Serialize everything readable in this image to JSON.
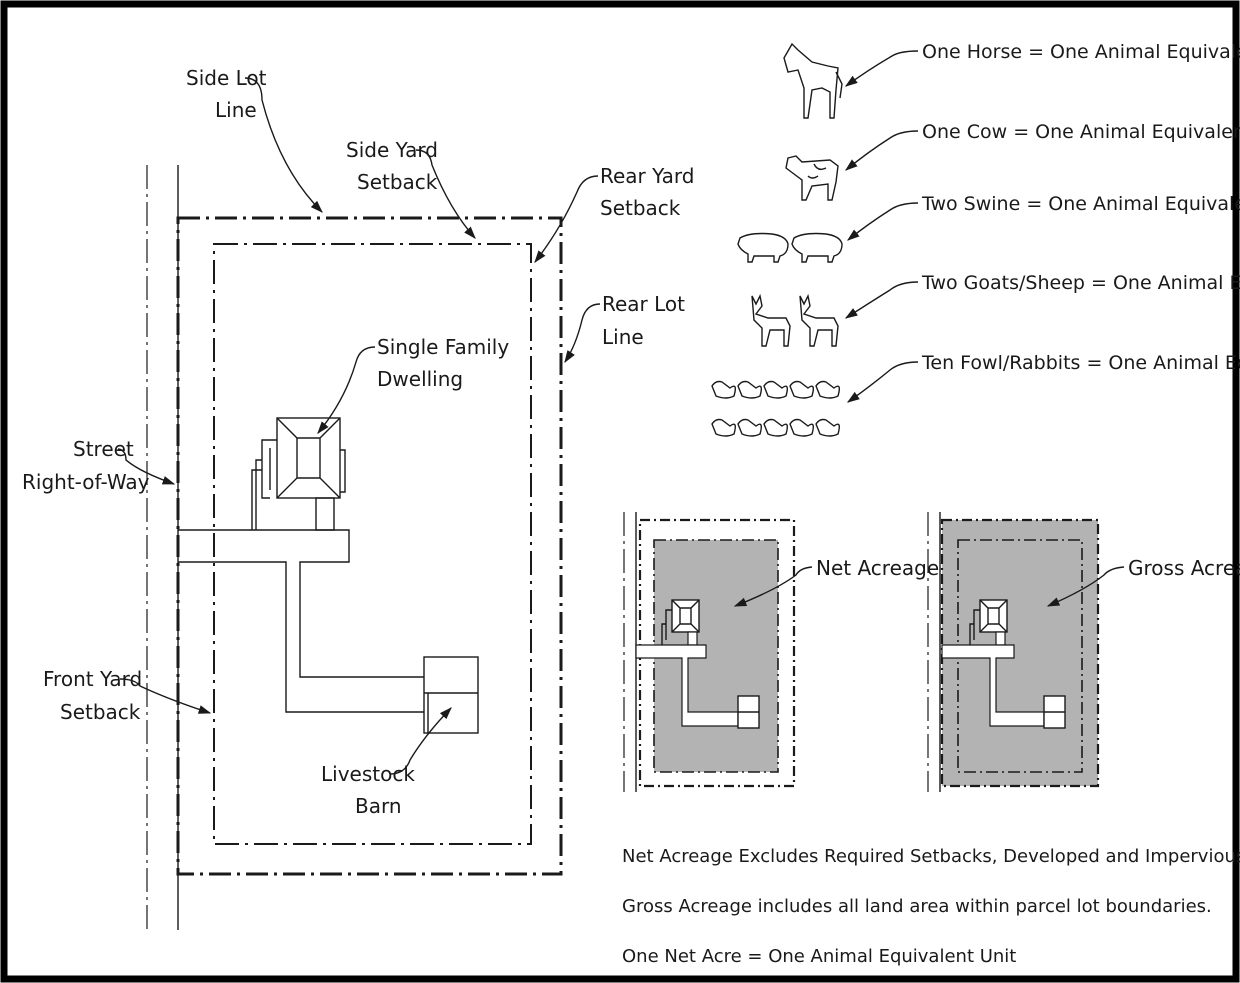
{
  "labels": {
    "side_lot_line_1": "Side Lot",
    "side_lot_line_2": "Line",
    "side_yard_setback_1": "Side Yard",
    "side_yard_setback_2": "Setback",
    "rear_yard_setback_1": "Rear Yard",
    "rear_yard_setback_2": "Setback",
    "rear_lot_line_1": "Rear Lot",
    "rear_lot_line_2": "Line",
    "single_family_1": "Single Family",
    "single_family_2": "Dwelling",
    "street_row_1": "Street",
    "street_row_2": "Right-of-Way",
    "front_yard_setback_1": "Front Yard",
    "front_yard_setback_2": "Setback",
    "livestock_barn_1": "Livestock",
    "livestock_barn_2": "Barn",
    "net_acreage": "Net Acreage",
    "gross_acreage": "Gross Acreage"
  },
  "animal_equivalents": [
    {
      "icon": "horse-icon",
      "count": 1,
      "text": "One Horse = One Animal Equivalent"
    },
    {
      "icon": "cow-icon",
      "count": 1,
      "text": "One Cow = One Animal Equivalent"
    },
    {
      "icon": "swine-icon",
      "count": 2,
      "text": "Two Swine = One Animal Equivalent"
    },
    {
      "icon": "goat-icon",
      "count": 2,
      "text": "Two Goats/Sheep = One Animal Equivalent"
    },
    {
      "icon": "fowl-icon",
      "count": 10,
      "text": "Ten Fowl/Rabbits = One Animal Equivalent"
    }
  ],
  "notes": {
    "net": "Net Acreage Excludes Required Setbacks, Developed and Impervious Surface Areas.",
    "gross": "Gross Acreage includes all land area within parcel lot boundaries.",
    "unit": "One Net Acre = One Animal Equivalent Unit"
  },
  "colors": {
    "line": "#1a1a1a",
    "shade": "#b3b3b3",
    "background": "#ffffff",
    "frame": "#000000"
  }
}
